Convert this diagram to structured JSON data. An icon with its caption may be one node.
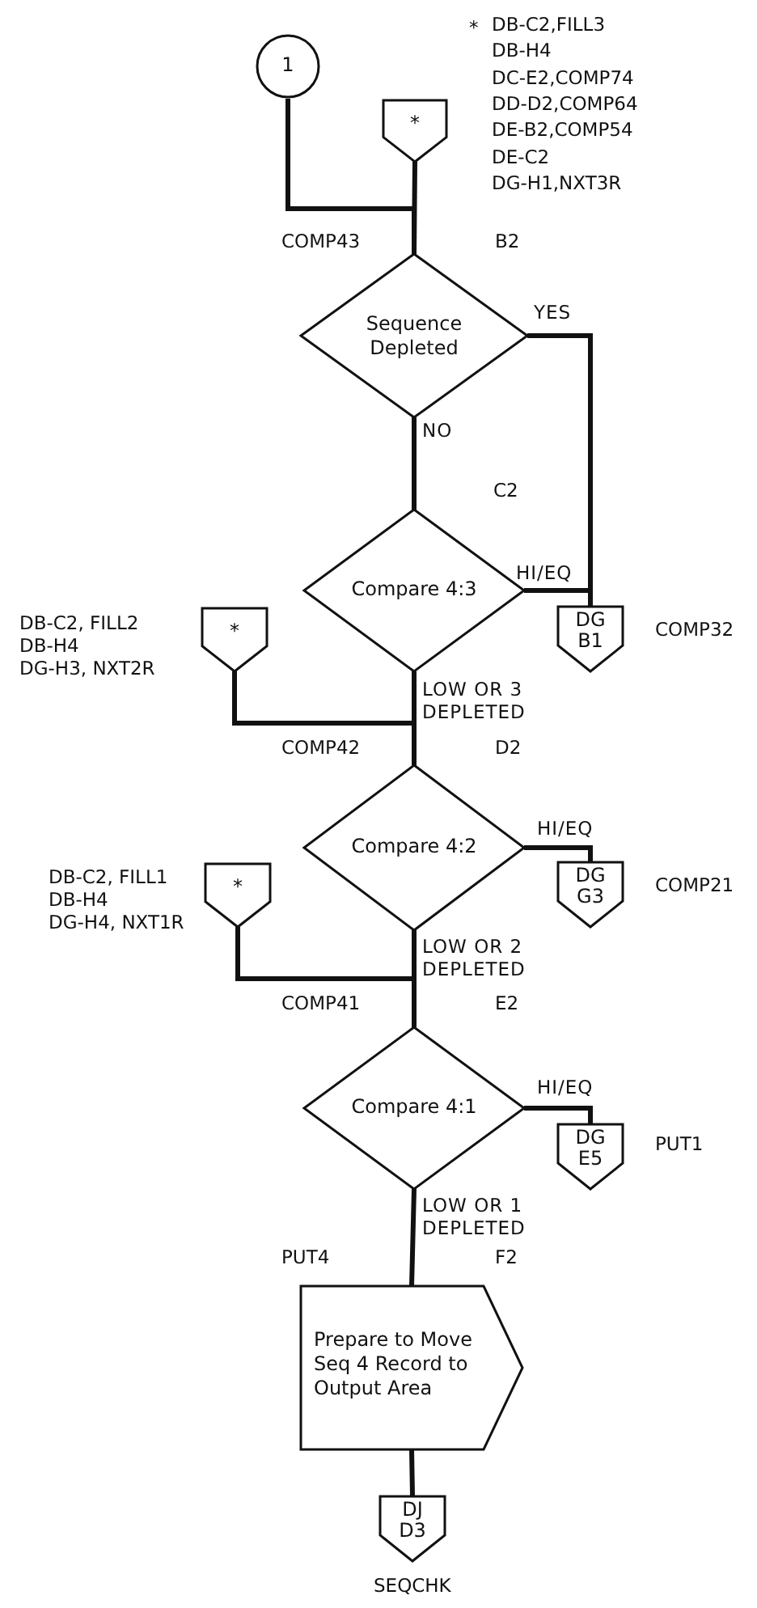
{
  "diagram": {
    "nodes": [
      {
        "text": [
          "1"
        ]
      },
      {
        "text": [
          "*"
        ],
        "beside": [
          "DB-C2,FILL3",
          "DB-H4",
          "DC-E2,COMP74",
          "DD-D2,COMP64",
          "DE-B2,COMP54",
          "DE-C2",
          "DG-H1,NXT3R"
        ]
      },
      {
        "text": [
          "Sequence Depleted"
        ],
        "beside": [
          "COMP43",
          "B2"
        ]
      },
      {
        "text": [
          "Compare 4:3"
        ],
        "beside": [
          "C2"
        ]
      },
      {
        "text": [
          "DG B1"
        ],
        "beside": [
          "COMP32"
        ]
      },
      {
        "text": [
          "*"
        ],
        "beside": [
          "DB-C2, FILL2",
          "DB-H4",
          "DG-H3, NXT2R"
        ]
      },
      {
        "text": [
          "Compare 4:2"
        ],
        "beside": [
          "COMP42",
          "D2"
        ]
      },
      {
        "text": [
          "DG G3"
        ],
        "beside": [
          "COMP21"
        ]
      },
      {
        "text": [
          "*"
        ],
        "beside": [
          "DB-C2, FILL1",
          "DB-H4",
          "DG-H4, NXT1R"
        ]
      },
      {
        "text": [
          "Compare 4:1"
        ],
        "beside": [
          "COMP41",
          "E2"
        ]
      },
      {
        "text": [
          "DG E5"
        ],
        "beside": [
          "PUT1"
        ]
      },
      {
        "text": [
          "Prepare to Move Seq 4 Record to Output Area"
        ],
        "beside": [
          "PUT4",
          "F2"
        ]
      },
      {
        "text": [
          "DJ D3"
        ],
        "beside": [
          "SEQCHK"
        ]
      }
    ],
    "edges": [
      {
        "from": 0,
        "to": 2,
        "arrow": "none"
      },
      {
        "from": 1,
        "to": 2,
        "arrow": "none"
      },
      {
        "from": 2,
        "to": 4,
        "arrow": "none",
        "label": "YES"
      },
      {
        "from": 2,
        "to": 3,
        "arrow": "none",
        "label": "NO"
      },
      {
        "from": 3,
        "to": 4,
        "arrow": "none",
        "label": "HI/EQ"
      },
      {
        "from": 3,
        "to": 6,
        "arrow": "none",
        "label": "LOW OR 3 DEPLETED"
      },
      {
        "from": 5,
        "to": 6,
        "arrow": "none"
      },
      {
        "from": 6,
        "to": 7,
        "arrow": "none",
        "label": "HI/EQ"
      },
      {
        "from": 6,
        "to": 9,
        "arrow": "none",
        "label": "LOW OR 2 DEPLETED"
      },
      {
        "from": 8,
        "to": 9,
        "arrow": "none"
      },
      {
        "from": 9,
        "to": 10,
        "arrow": "none",
        "label": "HI/EQ"
      },
      {
        "from": 9,
        "to": 11,
        "arrow": "none",
        "label": "LOW OR 1 DEPLETED"
      },
      {
        "from": 11,
        "to": 12,
        "arrow": "none"
      }
    ],
    "labels": [
      "*"
    ]
  }
}
